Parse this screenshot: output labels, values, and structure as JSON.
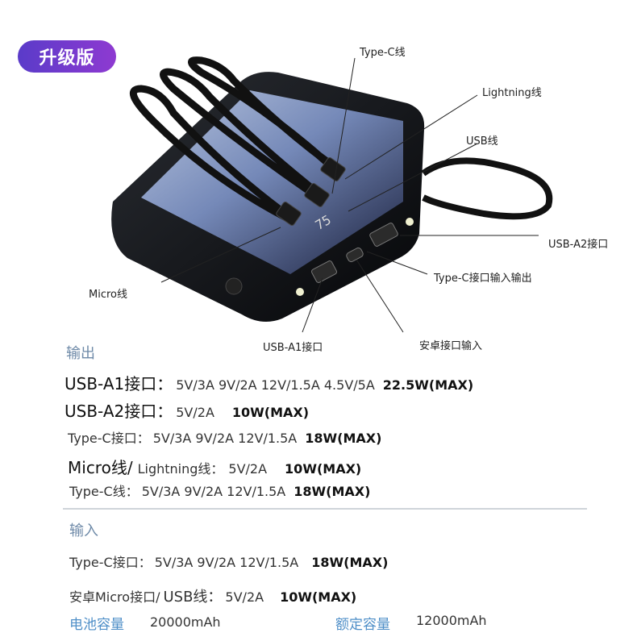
{
  "badge": "升级版",
  "callouts": {
    "type_c_cable": "Type-C线",
    "lightning_cable": "Lightning线",
    "usb_cable": "USB线",
    "usb_a2": "USB-A2接口",
    "type_c_port": "Type-C接口输入输出",
    "micro_cable": "Micro线",
    "usb_a1": "USB-A1接口",
    "android_port": "安卓接口输入"
  },
  "display_digits": "75",
  "output": {
    "heading": "输出",
    "rows": [
      {
        "key": "USB-A1接口：",
        "values": "5V/3A  9V/2A  12V/1.5A  4.5V/5A",
        "max": "22.5W(MAX)"
      },
      {
        "key": "USB-A2接口：",
        "values": "5V/2A",
        "max": "10W(MAX)"
      },
      {
        "key": "Type-C接口：",
        "values": "5V/3A  9V/2A  12V/1.5A",
        "max": "18W(MAX)"
      },
      {
        "key": "Micro线/",
        "key2": "Lightning线：",
        "values": "5V/2A",
        "max": "10W(MAX)"
      },
      {
        "key": "Type-C线：",
        "values": "5V/3A  9V/2A  12V/1.5A",
        "max": "18W(MAX)"
      }
    ]
  },
  "input": {
    "heading": "输入",
    "rows": [
      {
        "key": "Type-C接口：",
        "values": "5V/3A  9V/2A  12V/1.5A",
        "max": "18W(MAX)"
      },
      {
        "key": "安卓Micro接口/",
        "key2": "USB线：",
        "values": "5V/2A",
        "max": "10W(MAX)"
      }
    ]
  },
  "capacity": {
    "battery_label": "电池容量",
    "battery_value": "20000mAh",
    "rated_label": "额定容量",
    "rated_value": "12000mAh"
  }
}
